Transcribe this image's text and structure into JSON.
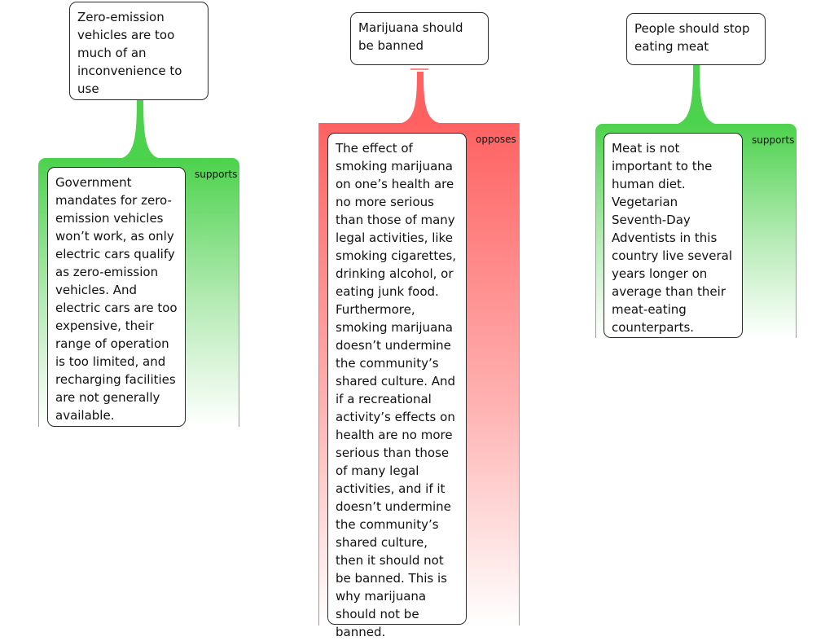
{
  "colors": {
    "support": "#4cd24c",
    "oppose": "#ff6161"
  },
  "arguments": [
    {
      "relation": "support",
      "claim": "Zero-emission vehicles are too much of an inconvenience to use",
      "relation_label": "supports",
      "reason": "Government mandates for zero-emission vehicles won’t work, as only electric cars qualify as zero-emission vehicles. And electric cars are too expensive, their range of operation is too limited, and recharging facilities are not generally available."
    },
    {
      "relation": "oppose",
      "claim": "Marijuana should be banned",
      "relation_label": "opposes",
      "reason": "The effect of smoking marijuana on one’s health are no more serious than those of many legal activities, like smoking cigarettes, drinking alcohol, or eating junk food. Furthermore, smoking marijuana doesn’t undermine the community’s shared culture. And if a recreational activity’s effects on health are no more serious than those of many legal activities, and if it doesn’t undermine the community’s shared culture, then it should not be banned. This is why marijuana should not be banned."
    },
    {
      "relation": "support",
      "claim": "People should stop eating meat",
      "relation_label": "supports",
      "reason": "Meat is not important to the human diet. Vegetarian Seventh-Day Adventists in this country live several years longer on average than their meat-eating counterparts."
    }
  ]
}
